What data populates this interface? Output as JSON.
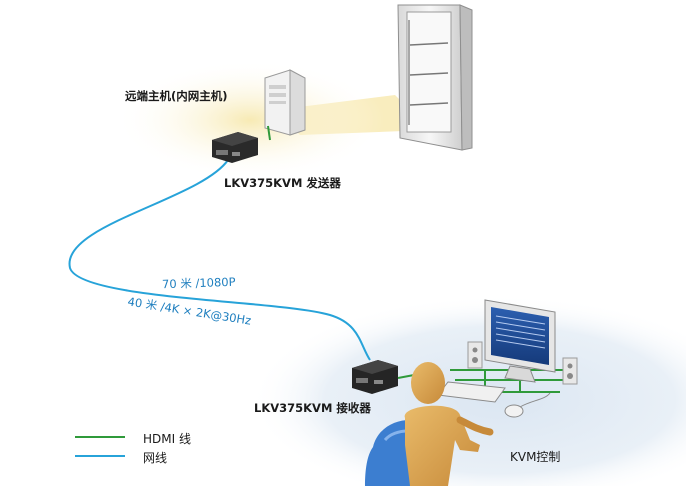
{
  "labels": {
    "remote_host": "远端主机(内网主机)",
    "transmitter": "LKV375KVM 发送器",
    "receiver": "LKV375KVM 接收器",
    "distance_1080p": "70 米 /1080P",
    "distance_4k": "40 米 /4K × 2K@30Hz",
    "kvm_control": "KVM控制"
  },
  "legend": {
    "items": [
      {
        "label": "HDMI 线",
        "color": "#2f9a3a"
      },
      {
        "label": "网线",
        "color": "#27a3d9"
      }
    ]
  },
  "colors": {
    "network_cable": "#27a3d9",
    "hdmi_cable": "#2f9a3a",
    "device_body": "#1e1e1e",
    "rack": "#f2f2f2",
    "glow": "#f7e9b0"
  }
}
